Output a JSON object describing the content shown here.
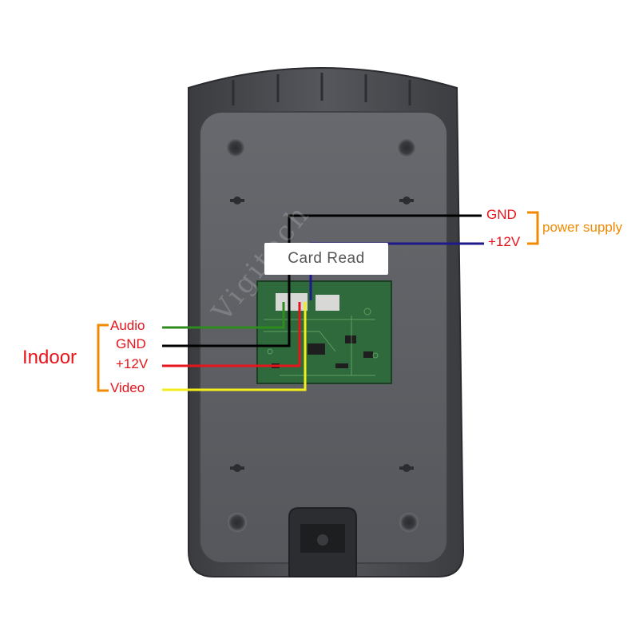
{
  "device": {
    "label": "Card Read",
    "watermark": "Vigitech"
  },
  "indoor": {
    "group_label": "Indoor",
    "wires": [
      {
        "label": "Audio",
        "color": "#2e8b1e"
      },
      {
        "label": "GND",
        "color": "#000000"
      },
      {
        "label": "+12V",
        "color": "#e8141b"
      },
      {
        "label": "Video",
        "color": "#f2ee1c"
      }
    ]
  },
  "power": {
    "group_label": "power supply",
    "wires": [
      {
        "label": "GND",
        "color": "#000000"
      },
      {
        "label": "+12V",
        "color": "#1f1a8c"
      }
    ]
  },
  "colors": {
    "bracket": "#f08a00",
    "label_red": "#e8141b",
    "housing": "#4a4c50",
    "panel": "#5c5e63",
    "pcb": "#2f6a3c"
  }
}
